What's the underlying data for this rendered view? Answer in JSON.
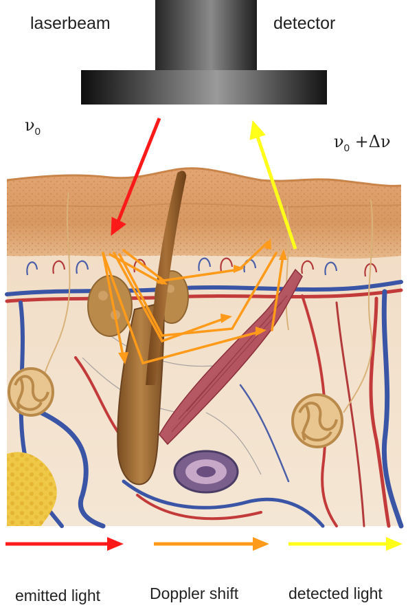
{
  "labels": {
    "laser": "laserbeam",
    "detector": "detector",
    "nu_in_symbol": "ν",
    "nu_in_sub": "0",
    "nu_out_symbol": "ν",
    "nu_out_sub": "0",
    "nu_out_shift": " +Δν"
  },
  "legend": [
    {
      "key": "emitted",
      "label": "emitted light",
      "color": "#ff1a1a"
    },
    {
      "key": "doppler",
      "label": "Doppler shift",
      "color": "#ff9a1a"
    },
    {
      "key": "detected",
      "label": "detected light",
      "color": "#ffff1a"
    }
  ],
  "colors": {
    "emitted": "#ff1a1a",
    "scatter": "#ff9a1a",
    "detected": "#ffff1a",
    "device": "#3a3a3a"
  }
}
